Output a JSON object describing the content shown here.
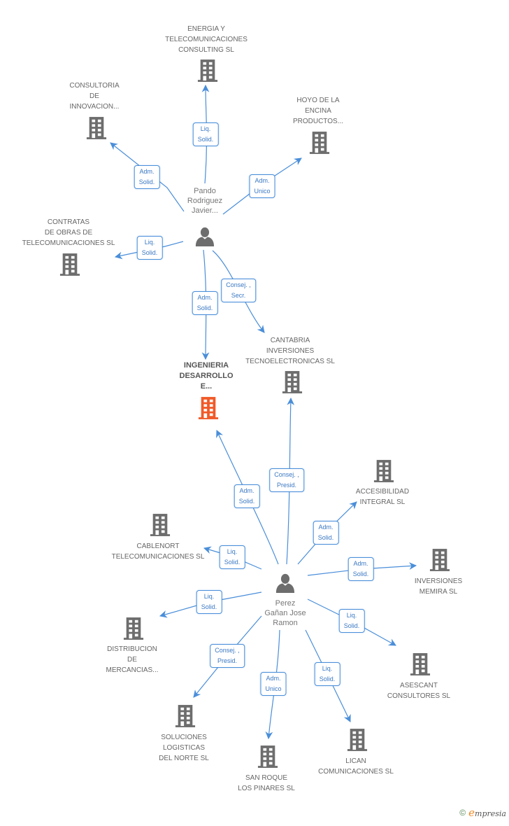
{
  "colors": {
    "edge": "#4a8ed9",
    "building": "#6d6d6d",
    "focus_building": "#f05a28",
    "person": "#6d6d6d",
    "text": "#666666"
  },
  "focus_company": {
    "id": "ingenieria",
    "label": [
      "INGENIERIA",
      "DESARROLLO",
      "E..."
    ]
  },
  "persons": [
    {
      "id": "pando",
      "label": [
        "Pando",
        "Rodriguez",
        "Javier..."
      ]
    },
    {
      "id": "perez",
      "label": [
        "Perez",
        "Gañan Jose",
        "Ramon"
      ]
    }
  ],
  "companies": [
    {
      "id": "energia",
      "label": [
        "ENERGIA Y",
        "TELECOMUNICACIONES",
        "CONSULTING SL"
      ]
    },
    {
      "id": "consultoria",
      "label": [
        "CONSULTORIA",
        "DE",
        "INNOVACION..."
      ]
    },
    {
      "id": "hoyo",
      "label": [
        "HOYO DE LA",
        "ENCINA",
        "PRODUCTOS..."
      ]
    },
    {
      "id": "contratas",
      "label": [
        "CONTRATAS",
        "DE OBRAS DE",
        "TELECOMUNICACIONES SL"
      ]
    },
    {
      "id": "cantabria",
      "label": [
        "CANTABRIA",
        "INVERSIONES",
        "TECNOELECTRONICAS SL"
      ]
    },
    {
      "id": "accesibilidad",
      "label": [
        "ACCESIBILIDAD",
        "INTEGRAL SL"
      ]
    },
    {
      "id": "cablenort",
      "label": [
        "CABLENORT",
        "TELECOMUNICACIONES SL"
      ]
    },
    {
      "id": "memira",
      "label": [
        "INVERSIONES",
        "MEMIRA SL"
      ]
    },
    {
      "id": "distribucion",
      "label": [
        "DISTRIBUCION",
        "DE",
        "MERCANCIAS..."
      ]
    },
    {
      "id": "asescant",
      "label": [
        "ASESCANT",
        "CONSULTORES SL"
      ]
    },
    {
      "id": "soluciones",
      "label": [
        "SOLUCIONES",
        "LOGISTICAS",
        "DEL NORTE SL"
      ]
    },
    {
      "id": "lican",
      "label": [
        "LICAN",
        "COMUNICACIONES SL"
      ]
    },
    {
      "id": "sanroque",
      "label": [
        "SAN ROQUE",
        "LOS PINARES SL"
      ]
    }
  ],
  "edges": [
    {
      "from": "pando",
      "to": "energia",
      "label": [
        "Liq.",
        "Solid."
      ]
    },
    {
      "from": "pando",
      "to": "consultoria",
      "label": [
        "Adm.",
        "Solid."
      ]
    },
    {
      "from": "pando",
      "to": "hoyo",
      "label": [
        "Adm.",
        "Unico"
      ]
    },
    {
      "from": "pando",
      "to": "contratas",
      "label": [
        "Liq.",
        "Solid."
      ]
    },
    {
      "from": "pando",
      "to": "ingenieria",
      "label": [
        "Adm.",
        "Solid."
      ]
    },
    {
      "from": "pando",
      "to": "cantabria",
      "label": [
        "Consej. ,",
        "Secr."
      ]
    },
    {
      "from": "perez",
      "to": "ingenieria",
      "label": [
        "Adm.",
        "Solid."
      ]
    },
    {
      "from": "perez",
      "to": "cantabria",
      "label": [
        "Consej. ,",
        "Presid."
      ]
    },
    {
      "from": "perez",
      "to": "accesibilidad",
      "label": [
        "Adm.",
        "Solid."
      ]
    },
    {
      "from": "perez",
      "to": "cablenort",
      "label": [
        "Liq.",
        "Solid."
      ]
    },
    {
      "from": "perez",
      "to": "memira",
      "label": [
        "Adm.",
        "Solid."
      ]
    },
    {
      "from": "perez",
      "to": "distribucion",
      "label": [
        "Liq.",
        "Solid."
      ]
    },
    {
      "from": "perez",
      "to": "asescant",
      "label": [
        "Liq.",
        "Solid."
      ]
    },
    {
      "from": "perez",
      "to": "soluciones",
      "label": [
        "Consej. ,",
        "Presid."
      ]
    },
    {
      "from": "perez",
      "to": "sanroque",
      "label": [
        "Adm.",
        "Unico"
      ]
    },
    {
      "from": "perez",
      "to": "lican",
      "label": [
        "Liq.",
        "Solid."
      ]
    }
  ],
  "footer": {
    "copyright": "©",
    "brand_initial": "e",
    "brand_rest": "mpresia"
  }
}
